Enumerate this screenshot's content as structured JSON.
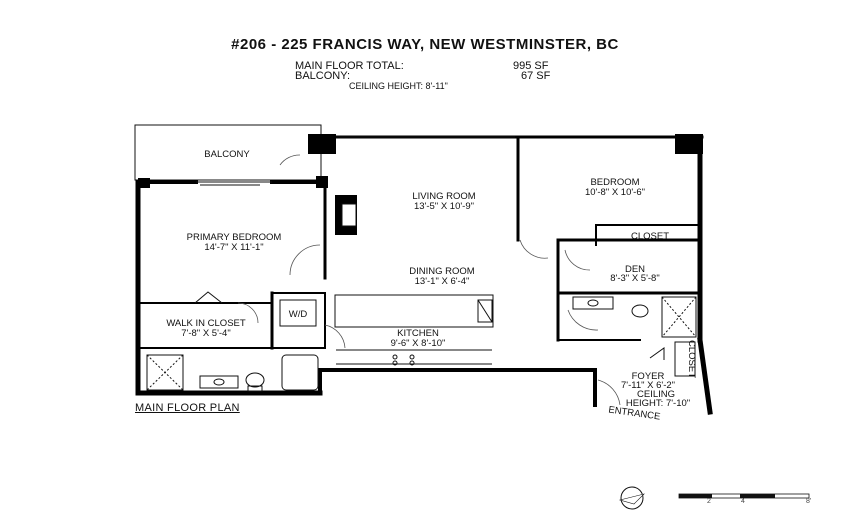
{
  "header": {
    "address": "#206 - 225 FRANCIS WAY, NEW WESTMINSTER, BC",
    "main_floor_label": "MAIN FLOOR TOTAL:",
    "main_floor_value": "995 SF",
    "balcony_label": "BALCONY:",
    "balcony_value": "67 SF",
    "ceiling_height": "CEILING HEIGHT: 8'-11\""
  },
  "rooms": {
    "balcony": {
      "name": "BALCONY"
    },
    "living": {
      "name": "LIVING ROOM",
      "dims": "13'-5\" X 10'-9\""
    },
    "bedroom": {
      "name": "BEDROOM",
      "dims": "10'-8\" X 10'-6\""
    },
    "bedroom_closet": {
      "name": "CLOSET"
    },
    "primary": {
      "name": "PRIMARY BEDROOM",
      "dims": "14'-7\" X 11'-1\""
    },
    "dining": {
      "name": "DINING ROOM",
      "dims": "13'-1\" X 6'-4\""
    },
    "den": {
      "name": "DEN",
      "dims": "8'-3\" X 5'-8\""
    },
    "wd": {
      "name": "W/D"
    },
    "walkin": {
      "name": "WALK IN CLOSET",
      "dims": "7'-8\" X 5'-4\""
    },
    "kitchen": {
      "name": "KITCHEN",
      "dims": "9'-6\" X 8'-10\""
    },
    "foyer_closet": {
      "name": "CLOSET"
    },
    "foyer": {
      "name": "FOYER",
      "dims": "7'-11\" X 6'-2\"",
      "ceiling1": "CEILING",
      "ceiling2": "HEIGHT: 7'-10\""
    },
    "entrance": {
      "name": "ENTRANCE"
    }
  },
  "plan_title": "MAIN FLOOR PLAN",
  "scale": {
    "ticks": [
      "2",
      "4",
      "8'"
    ]
  }
}
